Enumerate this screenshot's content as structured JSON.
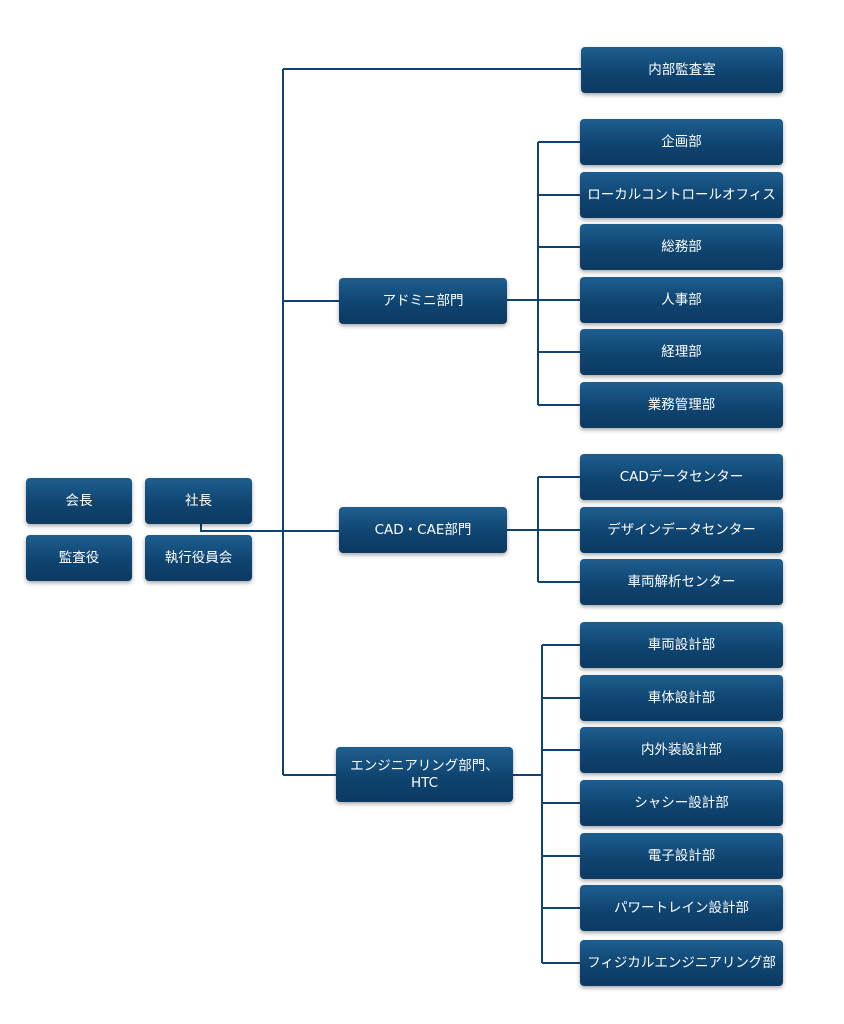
{
  "colors": {
    "box": "#0f4470",
    "line": "#0f4470",
    "text": "#ffffff"
  },
  "executives": {
    "chairman": "会長",
    "president": "社長",
    "auditor": "監査役",
    "executive_committee": "執行役員会"
  },
  "internal_audit": "内部監査室",
  "divisions": [
    {
      "label": "アドミニ部門",
      "departments": [
        "企画部",
        "ローカルコントロールオフィス",
        "総務部",
        "人事部",
        "経理部",
        "業務管理部"
      ]
    },
    {
      "label": "CAD・CAE部門",
      "departments": [
        "CADデータセンター",
        "デザインデータセンター",
        "車両解析センター"
      ]
    },
    {
      "label": "エンジニアリング部門、\nHTC",
      "departments": [
        "車両設計部",
        "車体設計部",
        "内外装設計部",
        "シャシー設計部",
        "電子設計部",
        "パワートレイン設計部",
        "フィジカルエンジニアリング部"
      ]
    }
  ]
}
